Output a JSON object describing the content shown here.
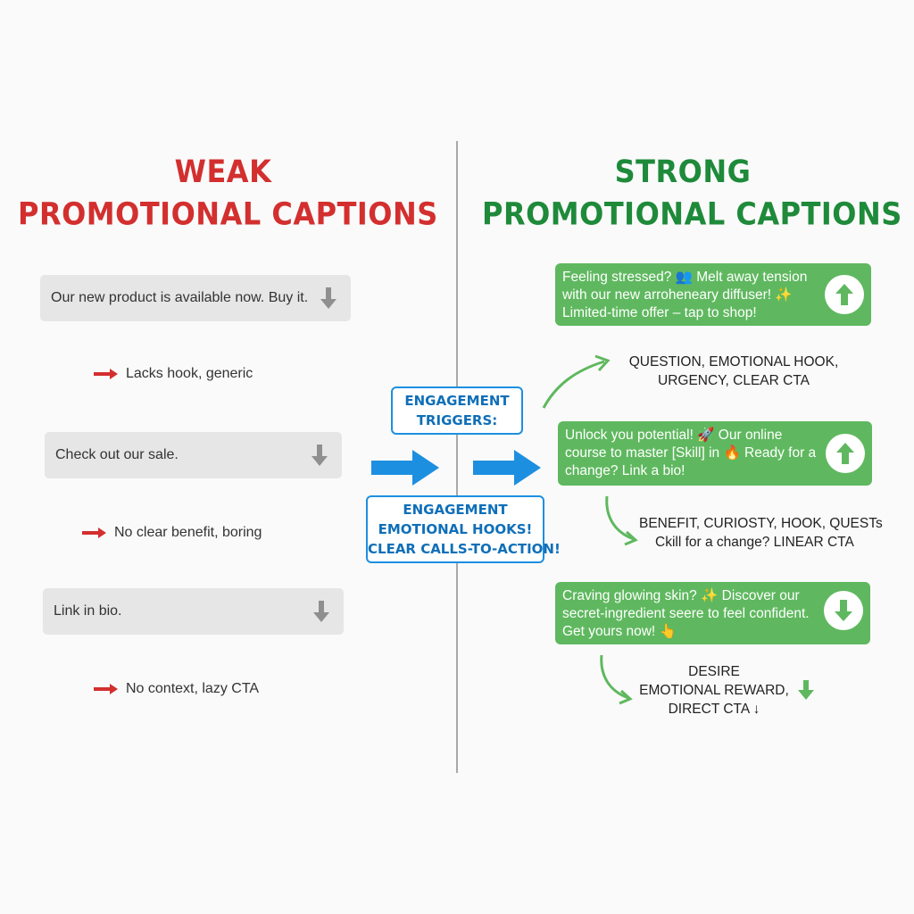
{
  "weak": {
    "title_line1": "WEAK",
    "title_line2": "PROMOTIONAL CAPTIONS",
    "color": "#d32f2f",
    "captions": [
      {
        "text": "Our new product is available now. Buy it.",
        "icon": "down-arrow-icon"
      },
      {
        "text": "Check out our sale.",
        "icon": "down-arrow-icon"
      },
      {
        "text": "Link in bio.",
        "icon": "down-arrow-icon"
      }
    ],
    "notes": [
      "Lacks hook, generic",
      "No clear benefit, boring",
      "No context, lazy CTA"
    ]
  },
  "center": {
    "triggers_line1": "ENGAGEMENT",
    "triggers_line2": "TRIGGERS:",
    "hooks_line1": "ENGAGEMENT",
    "hooks_line2": "EMOTIONAL HOOKS!",
    "hooks_line3": "CLEAR CALLS-TO-ACTION!",
    "accent": "#1d8fe0"
  },
  "strong": {
    "title_line1": "STRONG",
    "title_line2": "PROMOTIONAL CAPTIONS",
    "color": "#1e8a3a",
    "captions": [
      {
        "lines": [
          "Feeling stressed? 👥 Melt away tension",
          "with our new arroheneary diffuser! ✨",
          "Limited-time offer – tap to shop!"
        ],
        "icon": "up-arrow-circle-icon"
      },
      {
        "lines": [
          "Unlock you potential! 🚀 Our online",
          "course to master [Skill] in 🔥 Ready for a",
          "change? Link a bio!"
        ],
        "icon": "up-arrow-circle-icon"
      },
      {
        "lines": [
          "Craving glowing skin? ✨ Discover our",
          "secret-ingredient  seere to feel confident.",
          "Get yours now! 👆"
        ],
        "icon": "down-arrow-circle-icon"
      }
    ],
    "annotations": [
      [
        "QUESTION, EMOTIONAL HOOK,",
        "URGENCY, CLEAR CTA"
      ],
      [
        "BENEFIT, CURIOSTY, HOOK, QUESTs",
        "Ckill for a change? LINEAR CTA"
      ],
      [
        "DESIRE",
        "EMOTIONAL REWARD,",
        "DIRECT CTA ↓"
      ]
    ]
  }
}
